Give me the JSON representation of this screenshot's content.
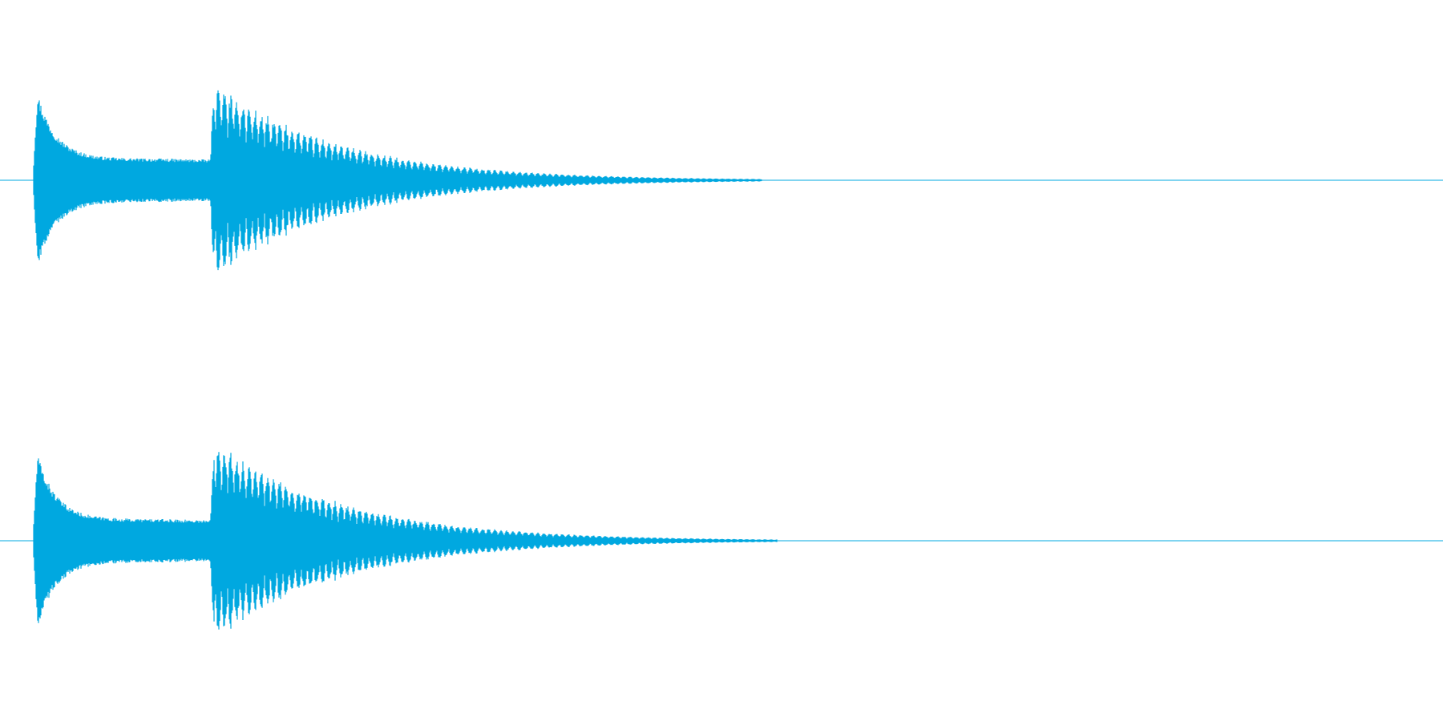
{
  "image": {
    "kind": "stereo-audio-waveform",
    "background_color": "#ffffff",
    "waveform_color": "#00a8e0"
  },
  "channels": [
    {
      "name": "",
      "events": [
        {
          "onset": 0.023,
          "peak": 0.98,
          "decay": "bright-metallic",
          "sustain": 0.2,
          "end": 0.14
        },
        {
          "onset": 0.145,
          "peak": 0.95,
          "decay": "ringing-exponential",
          "sustain": 0.0,
          "end": 0.51
        }
      ]
    },
    {
      "name": "",
      "events": [
        {
          "onset": 0.023,
          "peak": 0.97,
          "decay": "bright-metallic",
          "sustain": 0.2,
          "end": 0.14
        },
        {
          "onset": 0.145,
          "peak": 0.98,
          "decay": "ringing-exponential",
          "sustain": 0.0,
          "end": 0.52
        }
      ]
    }
  ]
}
